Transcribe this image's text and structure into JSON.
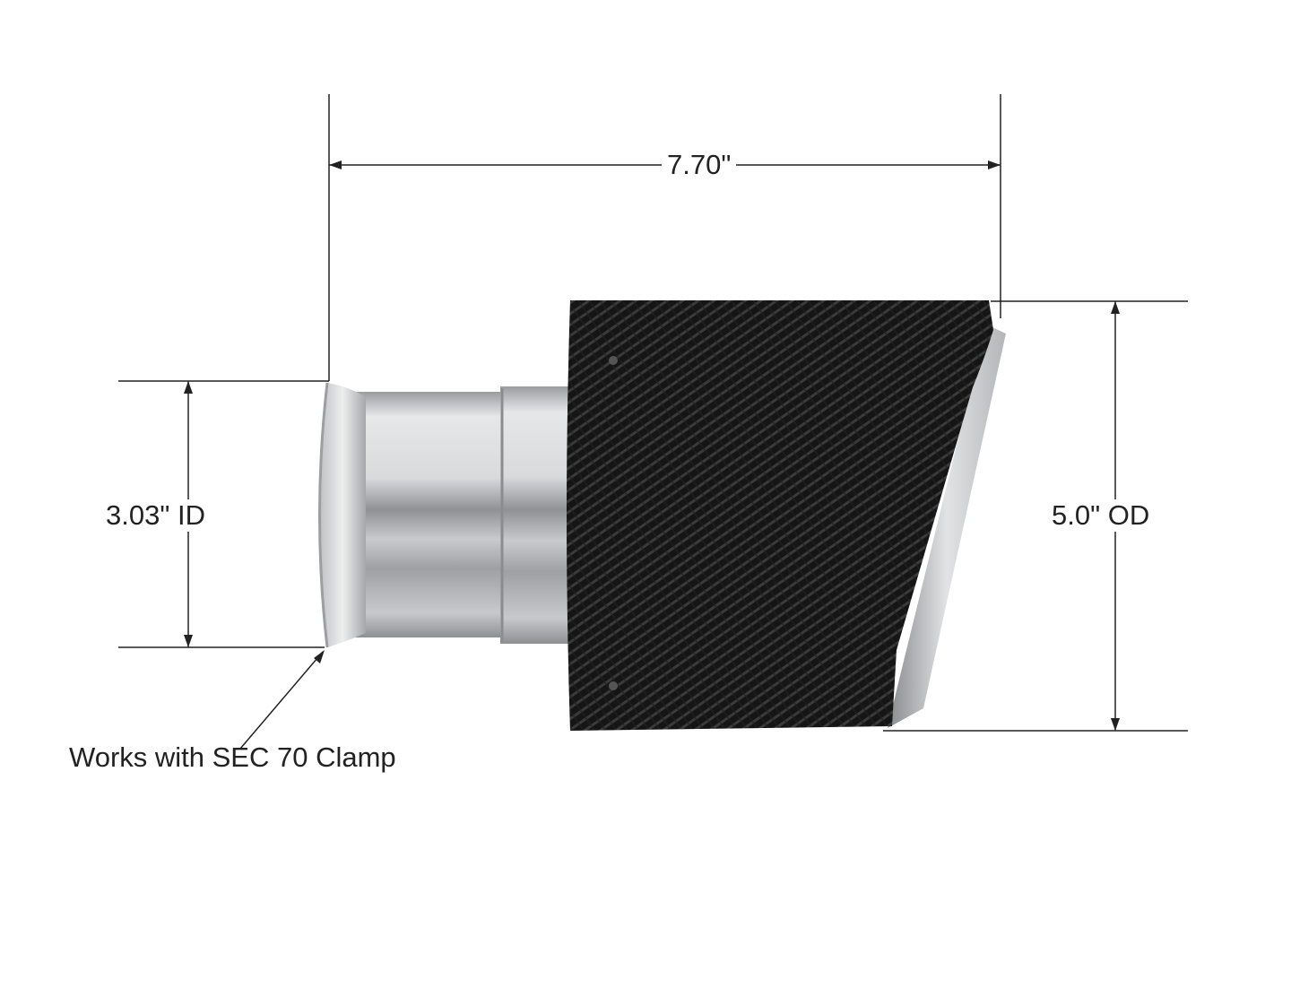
{
  "dimensions": {
    "length": "7.70\"",
    "inner_diameter": "3.03\" ID",
    "outer_diameter": "5.0\" OD"
  },
  "note": "Works with SEC 70 Clamp",
  "colors": {
    "line": "#222222",
    "carbon": "#1a1a1a",
    "chrome": "#c8c9cc"
  }
}
